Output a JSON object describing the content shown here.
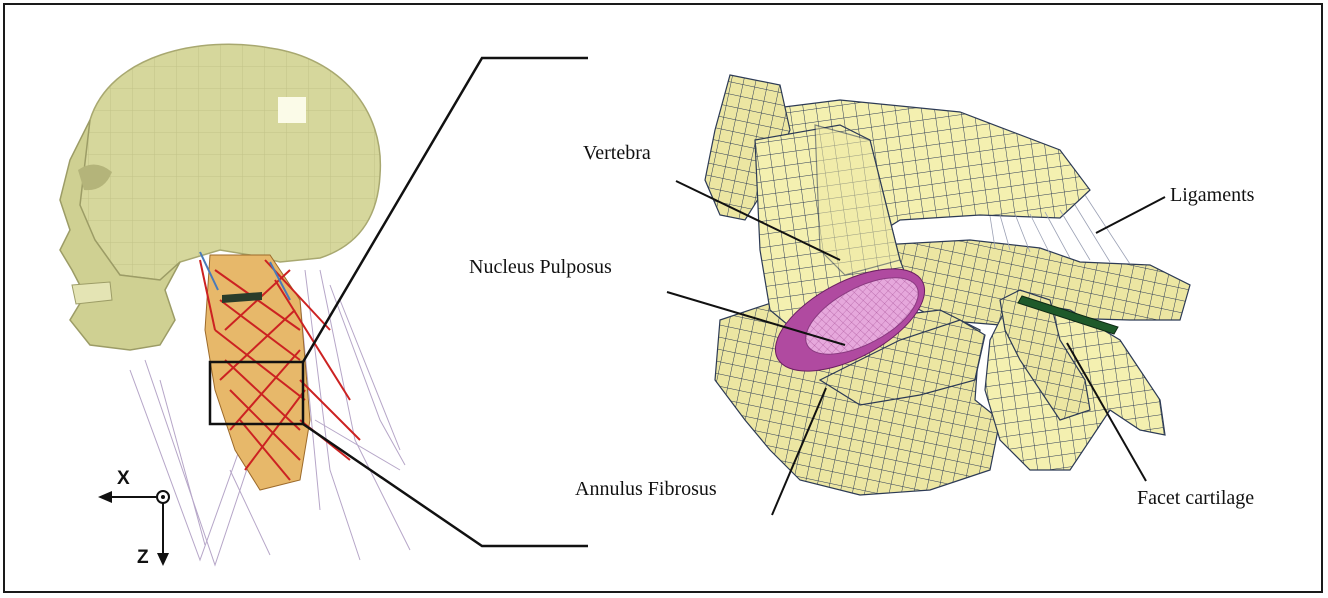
{
  "labels": {
    "vertebra": "Vertebra",
    "nucleus_pulposus": "Nucleus Pulposus",
    "annulus_fibrosus": "Annulus Fibrosus",
    "ligaments": "Ligaments",
    "facet_cartilage": "Facet cartilage"
  },
  "axes": {
    "x": "X",
    "z": "Z"
  },
  "colors": {
    "bone": "#d8d89a",
    "bone_shade": "#b8b878",
    "mesh_fill": "#f4f0b0",
    "mesh_line": "#2c3a55",
    "nucleus": "#e0a0d8",
    "annulus": "#b04aa0",
    "muscle_red": "#cc2222",
    "cartilage": "#1e5a2a",
    "ligament_line": "#9aa0b4"
  }
}
